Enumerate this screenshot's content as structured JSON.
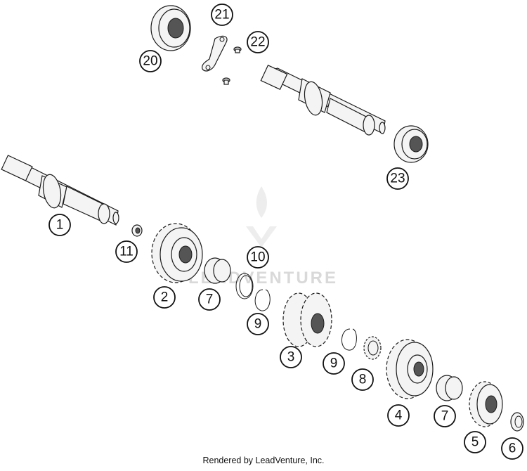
{
  "diagram": {
    "callouts": [
      "1",
      "2",
      "3",
      "4",
      "5",
      "6",
      "7",
      "7",
      "8",
      "9",
      "9",
      "10",
      "11",
      "20",
      "21",
      "22",
      "23"
    ],
    "watermark": "LEADVENTURE"
  },
  "footer": {
    "text": "Rendered by LeadVenture, Inc."
  }
}
